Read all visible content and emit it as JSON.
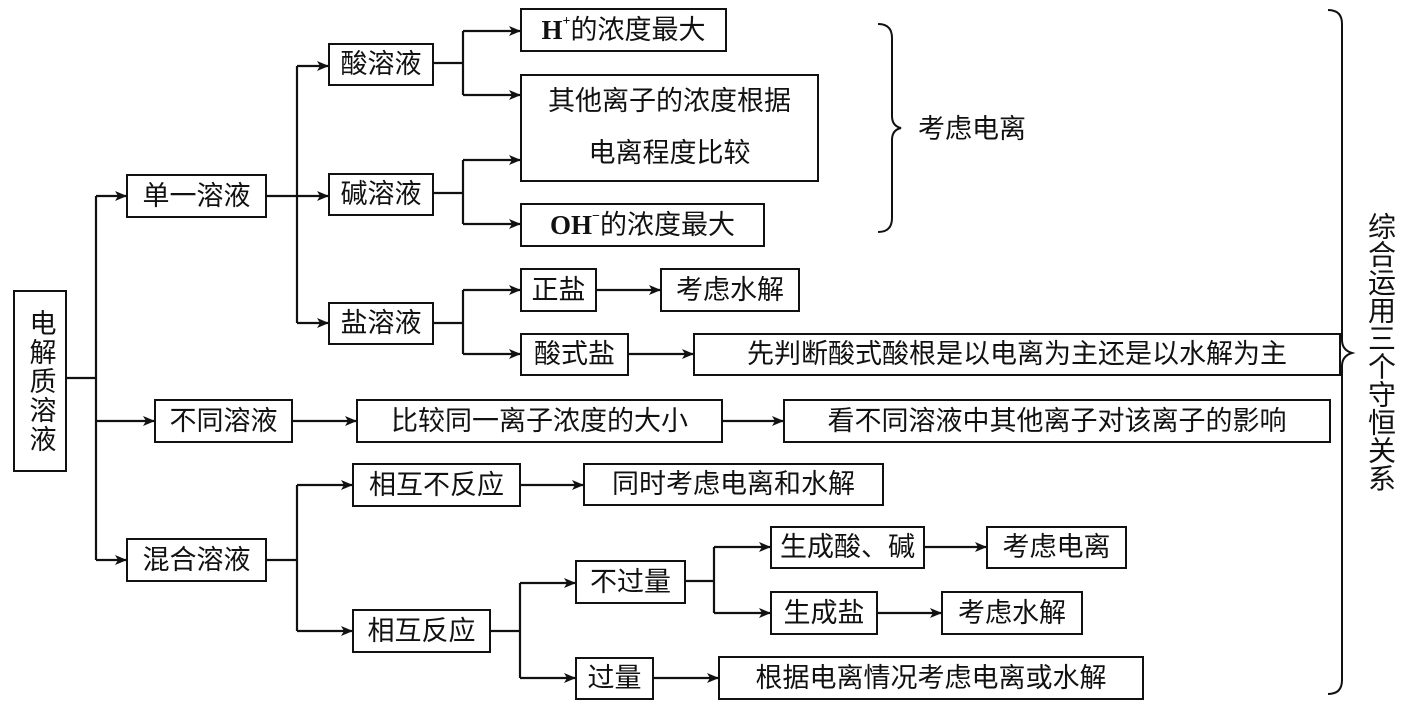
{
  "diagram": {
    "root": "电解质溶液",
    "level1": {
      "single": "单一溶液",
      "different": "不同溶液",
      "mixed": "混合溶液"
    },
    "single_children": {
      "acid": "酸溶液",
      "base": "碱溶液",
      "salt": "盐溶液"
    },
    "acid_children": {
      "h_max_prefix": "H",
      "h_max_sup": "+",
      "h_max_suffix": "的浓度最大",
      "others_line1": "其他离子的浓度根据",
      "others_line2": "电离程度比较"
    },
    "base_children": {
      "oh_max_prefix": "OH",
      "oh_max_sup": "−",
      "oh_max_suffix": "的浓度最大"
    },
    "ionization_brace_label": "考虑电离",
    "salt_children": {
      "normal_salt": "正盐",
      "normal_salt_result": "考虑水解",
      "acid_salt": "酸式盐",
      "acid_salt_result": "先判断酸式酸根是以电离为主还是以水解为主"
    },
    "different_children": {
      "compare": "比较同一离子浓度的大小",
      "compare_result": "看不同溶液中其他离子对该离子的影响"
    },
    "mixed_children": {
      "no_reaction": "相互不反应",
      "no_reaction_result": "同时考虑电离和水解",
      "reaction": "相互反应",
      "not_excess": "不过量",
      "forms_acid_base": "生成酸、碱",
      "forms_acid_base_result": "考虑电离",
      "forms_salt": "生成盐",
      "forms_salt_result": "考虑水解",
      "excess": "过量",
      "excess_result": "根据电离情况考虑电离或水解"
    },
    "right_brace_label": "综合运用三个守恒关系"
  }
}
